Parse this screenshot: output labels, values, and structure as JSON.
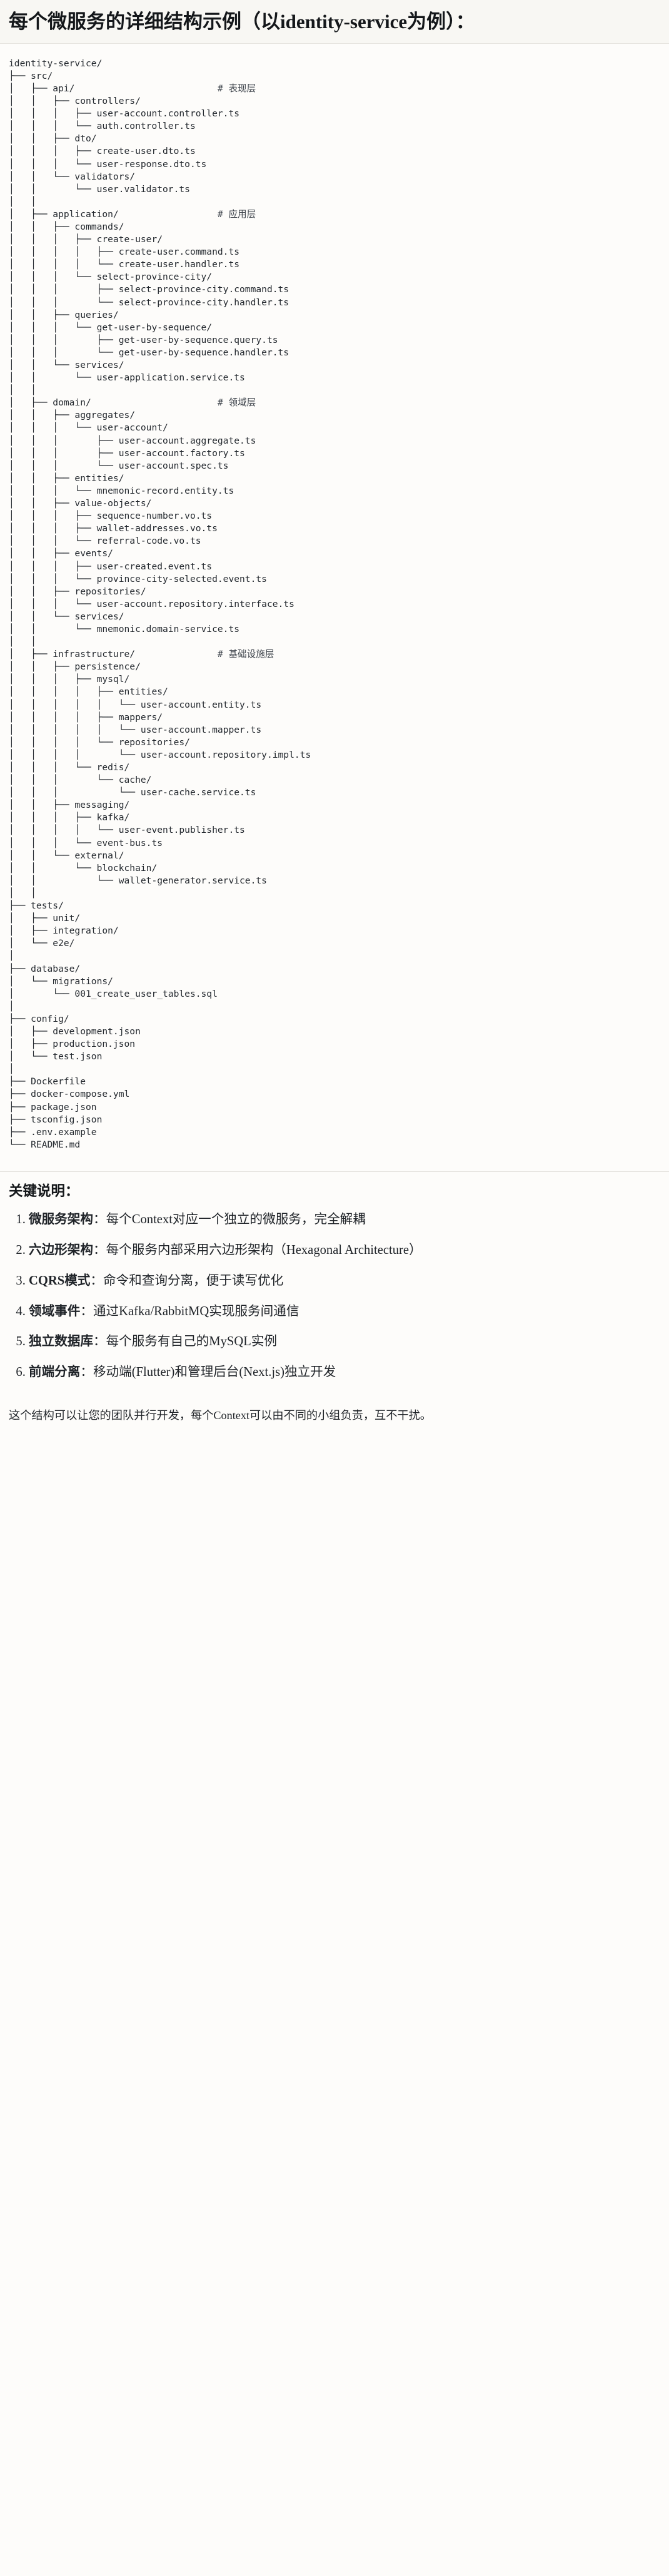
{
  "document": {
    "title": "每个微服务的详细结构示例（以identity-service为例）："
  },
  "tree": {
    "text": "identity-service/\n├── src/\n│   ├── api/                          # 表现层\n│   │   ├── controllers/\n│   │   │   ├── user-account.controller.ts\n│   │   │   └── auth.controller.ts\n│   │   ├── dto/\n│   │   │   ├── create-user.dto.ts\n│   │   │   └── user-response.dto.ts\n│   │   └── validators/\n│   │       └── user.validator.ts\n│   │\n│   ├── application/                  # 应用层\n│   │   ├── commands/\n│   │   │   ├── create-user/\n│   │   │   │   ├── create-user.command.ts\n│   │   │   │   └── create-user.handler.ts\n│   │   │   └── select-province-city/\n│   │   │       ├── select-province-city.command.ts\n│   │   │       └── select-province-city.handler.ts\n│   │   ├── queries/\n│   │   │   └── get-user-by-sequence/\n│   │   │       ├── get-user-by-sequence.query.ts\n│   │   │       └── get-user-by-sequence.handler.ts\n│   │   └── services/\n│   │       └── user-application.service.ts\n│   │\n│   ├── domain/                       # 领域层\n│   │   ├── aggregates/\n│   │   │   └── user-account/\n│   │   │       ├── user-account.aggregate.ts\n│   │   │       ├── user-account.factory.ts\n│   │   │       └── user-account.spec.ts\n│   │   ├── entities/\n│   │   │   └── mnemonic-record.entity.ts\n│   │   ├── value-objects/\n│   │   │   ├── sequence-number.vo.ts\n│   │   │   ├── wallet-addresses.vo.ts\n│   │   │   └── referral-code.vo.ts\n│   │   ├── events/\n│   │   │   ├── user-created.event.ts\n│   │   │   └── province-city-selected.event.ts\n│   │   ├── repositories/\n│   │   │   └── user-account.repository.interface.ts\n│   │   └── services/\n│   │       └── mnemonic.domain-service.ts\n│   │\n│   ├── infrastructure/               # 基础设施层\n│   │   ├── persistence/\n│   │   │   ├── mysql/\n│   │   │   │   ├── entities/\n│   │   │   │   │   └── user-account.entity.ts\n│   │   │   │   ├── mappers/\n│   │   │   │   │   └── user-account.mapper.ts\n│   │   │   │   └── repositories/\n│   │   │   │       └── user-account.repository.impl.ts\n│   │   │   └── redis/\n│   │   │       └── cache/\n│   │   │           └── user-cache.service.ts\n│   │   ├── messaging/\n│   │   │   ├── kafka/\n│   │   │   │   └── user-event.publisher.ts\n│   │   │   └── event-bus.ts\n│   │   └── external/\n│   │       └── blockchain/\n│   │           └── wallet-generator.service.ts\n│   │\n├── tests/\n│   ├── unit/\n│   ├── integration/\n│   └── e2e/\n│\n├── database/\n│   └── migrations/\n│       └── 001_create_user_tables.sql\n│\n├── config/\n│   ├── development.json\n│   ├── production.json\n│   └── test.json\n│\n├── Dockerfile\n├── docker-compose.yml\n├── package.json\n├── tsconfig.json\n├── .env.example\n└── README.md"
  },
  "keys": {
    "heading": "关键说明：",
    "items": [
      {
        "term": "微服务架构",
        "sep": "：",
        "desc": "每个Context对应一个独立的微服务，完全解耦"
      },
      {
        "term": "六边形架构",
        "sep": "：",
        "desc": "每个服务内部采用六边形架构（Hexagonal Architecture）"
      },
      {
        "term": "CQRS模式",
        "sep": "：",
        "desc": "命令和查询分离，便于读写优化"
      },
      {
        "term": "领域事件",
        "sep": "：",
        "desc": "通过Kafka/RabbitMQ实现服务间通信"
      },
      {
        "term": "独立数据库",
        "sep": "：",
        "desc": "每个服务有自己的MySQL实例"
      },
      {
        "term": "前端分离",
        "sep": "：",
        "desc": "移动端(Flutter)和管理后台(Next.js)独立开发"
      }
    ]
  },
  "closing": {
    "text": "这个结构可以让您的团队并行开发，每个Context可以由不同的小组负责，互不干扰。"
  }
}
